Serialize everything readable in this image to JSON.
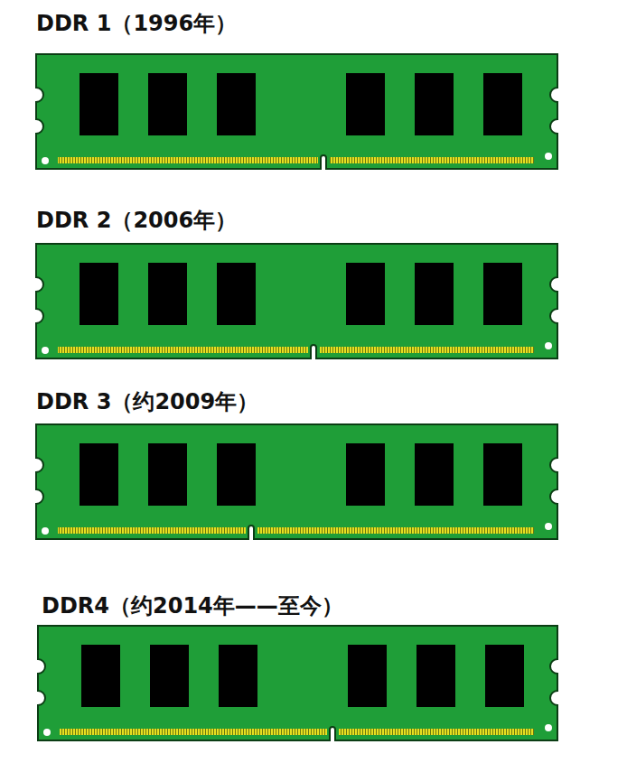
{
  "diagram": {
    "nodes": [
      {
        "text": [
          "DDR 1（1996年）"
        ]
      },
      {
        "text": [
          "DDR 2（2006年）"
        ]
      },
      {
        "text": [
          "DDR 3（约2009年）"
        ]
      },
      {
        "text": [
          "DDR4（约2014年——至今）"
        ]
      }
    ]
  }
}
